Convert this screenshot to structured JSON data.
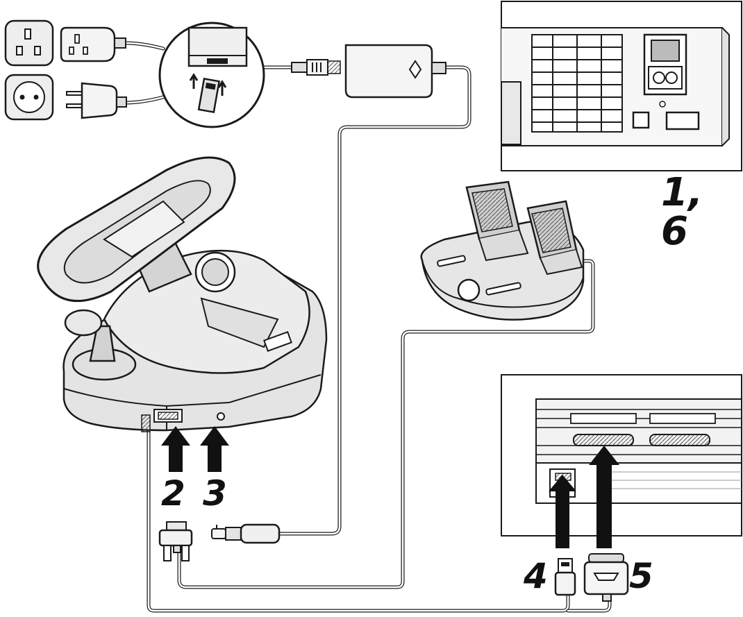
{
  "diagram": {
    "step_labels": {
      "step_1_6": "1, 6",
      "step_2": "2",
      "step_3": "3",
      "step_4": "4",
      "step_5": "5"
    },
    "colors": {
      "line": "#1a1a1a",
      "body_fill": "#e6e6e6",
      "body_dark": "#c9c9c9",
      "arrow": "#111111",
      "background": "#ffffff"
    },
    "icons": [
      "uk-wall-socket-icon",
      "uk-plug-icon",
      "eu-wall-socket-icon",
      "eu-plug-icon",
      "magnified-connector-detail-icon",
      "power-adapter-icon",
      "console-front-icon",
      "steering-wheel-icon",
      "gear-shifter-icon",
      "pedal-unit-icon",
      "console-controller-ports-icon",
      "usb-plug-icon",
      "controller-port-plug-icon",
      "db9-connector-icon",
      "power-jack-plug-icon",
      "up-arrow-icon"
    ]
  }
}
